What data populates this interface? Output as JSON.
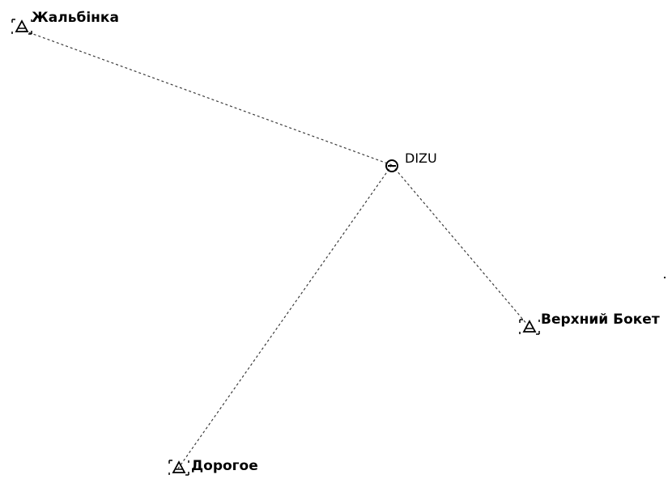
{
  "colors": {
    "link": "#3c3c3c",
    "marker": "#000000",
    "background": "#ffffff"
  },
  "center": {
    "label": "DIZU",
    "icon": "circle-dot-icon"
  },
  "points": [
    {
      "id": "zhalbinka",
      "label": "Жальбінка",
      "icon": "triangle-benchmark-icon"
    },
    {
      "id": "verkhniy-boket",
      "label": "Верхний Бокет",
      "icon": "triangle-benchmark-icon"
    },
    {
      "id": "dorogoe",
      "label": "Дорогое",
      "icon": "triangle-benchmark-icon"
    }
  ]
}
